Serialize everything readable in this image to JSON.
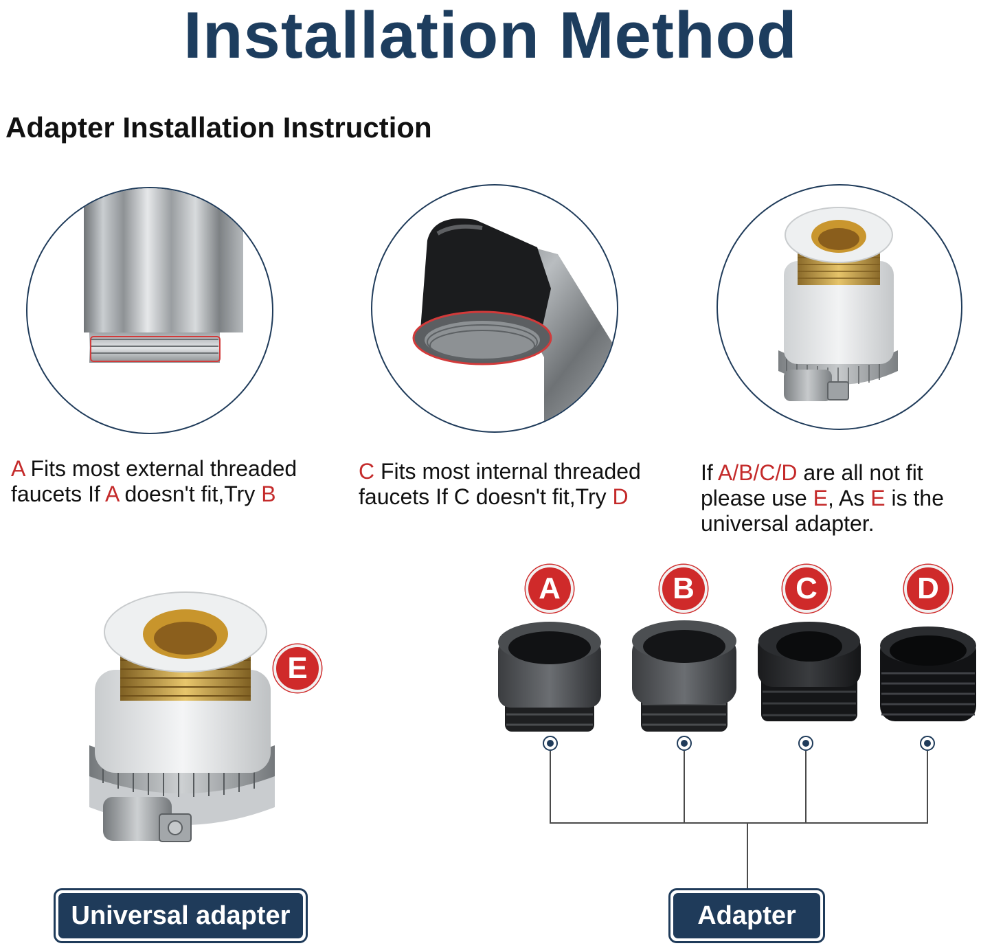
{
  "title": "Installation Method",
  "subtitle": "Adapter Installation Instruction",
  "descriptions": {
    "a": {
      "l1_letter": "A",
      "l1_text": " Fits most external threaded",
      "l2_pre": "faucets If ",
      "l2_letter1": "A",
      "l2_mid": " doesn't fit,Try ",
      "l2_letter2": "B"
    },
    "c": {
      "l1_letter": "C",
      "l1_text": " Fits most internal threaded",
      "l2_pre": "faucets If C doesn't fit,Try ",
      "l2_letter": "D"
    },
    "e": {
      "l1_pre": "If ",
      "l1_letters": "A/B/C/D",
      "l1_post": " are all not fit",
      "l2_pre": "please use ",
      "l2_letter1": "E",
      "l2_mid": ", As ",
      "l2_letter2": "E",
      "l2_post": " is the",
      "l3": "universal adapter."
    }
  },
  "badges": {
    "a": "A",
    "b": "B",
    "c": "C",
    "d": "D",
    "e": "E"
  },
  "labels": {
    "universal": "Universal adapter",
    "adapter": "Adapter"
  },
  "colors": {
    "navy": "#1f3b5a",
    "accent_red": "#cf2a2a"
  }
}
